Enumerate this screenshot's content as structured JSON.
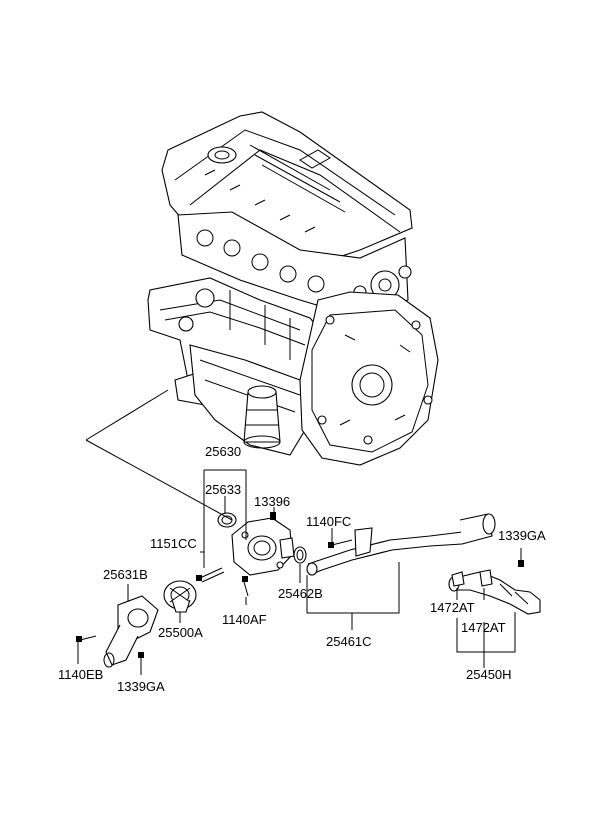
{
  "parts": {
    "p25630": "25630",
    "p25633": "25633",
    "p13396": "13396",
    "p1151CC": "1151CC",
    "p1140FC": "1140FC",
    "p1339GA_top": "1339GA",
    "p25631B": "25631B",
    "p25462B": "25462B",
    "p25500A": "25500A",
    "p1140AF": "1140AF",
    "p25461C": "25461C",
    "p1472AT_1": "1472AT",
    "p1472AT_2": "1472AT",
    "p25450H": "25450H",
    "p1140EB": "1140EB",
    "p1339GA_bottom": "1339GA"
  }
}
